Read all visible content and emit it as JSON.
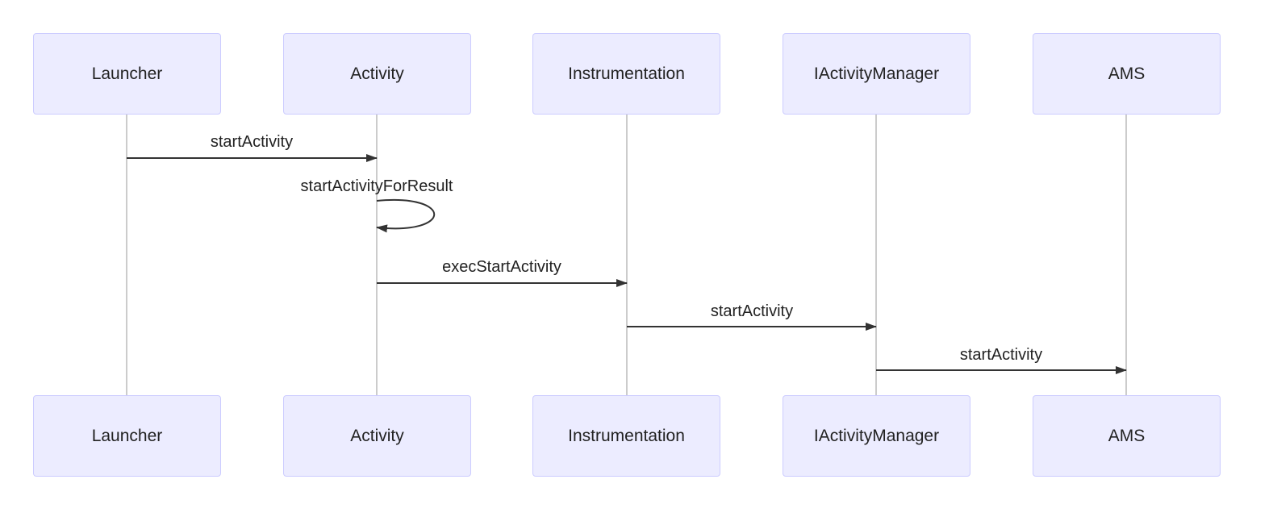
{
  "participants": [
    {
      "id": "launcher",
      "label": "Launcher"
    },
    {
      "id": "activity",
      "label": "Activity"
    },
    {
      "id": "instrumentation",
      "label": "Instrumentation"
    },
    {
      "id": "iactivitymanager",
      "label": "IActivityManager"
    },
    {
      "id": "ams",
      "label": "AMS"
    }
  ],
  "messages": [
    {
      "from": 0,
      "to": 1,
      "label": "startActivity"
    },
    {
      "from": 1,
      "to": 1,
      "label": "startActivityForResult"
    },
    {
      "from": 1,
      "to": 2,
      "label": "execStartActivity"
    },
    {
      "from": 2,
      "to": 3,
      "label": "startActivity"
    },
    {
      "from": 3,
      "to": 4,
      "label": "startActivity"
    }
  ],
  "colors": {
    "actor_fill": "#ececff",
    "actor_border": "#ccccff",
    "lifeline": "#999999",
    "arrow": "#333333",
    "text": "#222222"
  }
}
